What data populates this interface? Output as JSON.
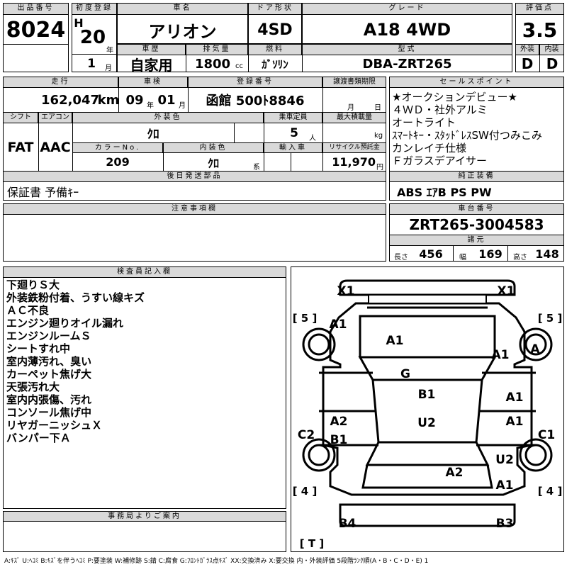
{
  "lot": {
    "label": "出品番号",
    "value": "8024"
  },
  "reg": {
    "label": "初度登録",
    "era": "H",
    "year": "20",
    "year_unit": "年",
    "month": "1",
    "month_unit": "月"
  },
  "car_name": {
    "label": "車名",
    "value": "アリオン"
  },
  "door": {
    "label": "ドア形状",
    "value": "4SD"
  },
  "grade": {
    "label": "グレード",
    "value": "A18 4WD"
  },
  "score": {
    "label": "評価点",
    "value": "3.5",
    "ext_label": "外装",
    "int_label": "内装",
    "ext": "D",
    "int": "D"
  },
  "history": {
    "label": "車歴",
    "value": "自家用"
  },
  "displacement": {
    "label": "排気量",
    "value": "1800",
    "unit": "cc"
  },
  "fuel": {
    "label": "燃料",
    "value": "ｶﾞｿﾘﾝ"
  },
  "model": {
    "label": "型式",
    "value": "DBA-ZRT265"
  },
  "mileage": {
    "label": "走行",
    "value": "162,047",
    "unit": "km"
  },
  "inspection": {
    "label": "車検",
    "year": "09",
    "year_unit": "年",
    "month": "01",
    "month_unit": "月"
  },
  "plate": {
    "label": "登録番号",
    "value": "函館 500ﾄ8846"
  },
  "transfer": {
    "label": "譲渡書類期限",
    "month_unit": "月",
    "day_unit": "日"
  },
  "shift": {
    "label": "シフト",
    "value": "FAT"
  },
  "aircon": {
    "label": "エアコン",
    "value": "AAC"
  },
  "ext_color": {
    "label": "外装色",
    "value": "ｸﾛ"
  },
  "capacity": {
    "label": "乗車定員",
    "value": "5",
    "unit": "人"
  },
  "load": {
    "label": "最大積載量",
    "unit": "kg"
  },
  "color_no": {
    "label": "カラーNo.",
    "value": "209"
  },
  "int_color": {
    "label": "内装色",
    "value": "ｸﾛ",
    "unit": "系"
  },
  "import": {
    "label": "輸入車"
  },
  "recycle": {
    "label": "リサイクル預託金",
    "value": "11,970",
    "unit": "円"
  },
  "later_parts": {
    "label": "後日発送部品",
    "value": "保証書 予備ｷｰ"
  },
  "sales_points": {
    "label": "セールスポイント",
    "lines": [
      "★オークションデビュー★",
      "４ＷＤ・社外アルミ",
      "オートライト",
      "ｽﾏｰﾄｷｰ・ｽﾀｯﾄﾞﾚｽSW付つみこみ",
      "カンレイチ仕様",
      "Ｆガラスデアイサー"
    ]
  },
  "equipment": {
    "label": "純正装備",
    "value": "ABS ｴｱB PS PW"
  },
  "notes": {
    "label": "注意事項欄"
  },
  "chassis": {
    "label": "車台番号",
    "value": "ZRT265-3004583"
  },
  "dims": {
    "label": "諸元",
    "length_label": "長さ",
    "length": "456",
    "width_label": "幅",
    "width": "169",
    "height_label": "高さ",
    "height": "148"
  },
  "inspector": {
    "label": "検査員記入欄",
    "lines": [
      "下廻りＳ大",
      "外装鉄粉付着、うすい線キズ",
      "ＡＣ不良",
      "エンジン廻りオイル漏れ",
      "エンジンルームＳ",
      "シートすれ中",
      "室内薄汚れ、臭い",
      "カーペット焦げ大",
      "天張汚れ大",
      "室内内張傷、汚れ",
      "コンソール焦げ中",
      "リヤガーニッシュＸ",
      "バンパー下Ａ"
    ]
  },
  "office": {
    "label": "事務局よりご案内"
  },
  "legend": "A:ｷｽﾞ U:ﾍｺﾐ B:ｷｽﾞを伴うﾍｺﾐ P:要塗装 W:補修跡 S:錆 C:腐食 G:ﾌﾛﾝﾄｶﾞﾗｽ点ｷｽﾞ XX:交換済み X:要交換 内・外装評価 5段階ﾗﾝｸ順(A・B・C・D・E) 1",
  "diagram": {
    "marks": {
      "front_left": "X1",
      "front_right": "X1",
      "fl_fender": "A1",
      "hood": "A1",
      "fr_fender": "A1",
      "fr_tire": "A",
      "fl_tire_count": "5",
      "fr_tire_count": "5",
      "windshield": "G",
      "roof": "B1",
      "r_front_door": "A1",
      "l_front_door": "A2",
      "l_rear_door": "B1",
      "interior": "U2",
      "r_rear_door": "A1",
      "l_step": "C2",
      "r_step": "C1",
      "r_rear_fender": "U2",
      "trunk": "A2",
      "r_rear_quarter": "A1",
      "rl_tire_count": "4",
      "rr_tire_count": "4",
      "rear_left": "B4",
      "rear_right": "B3",
      "spare": "T"
    }
  }
}
